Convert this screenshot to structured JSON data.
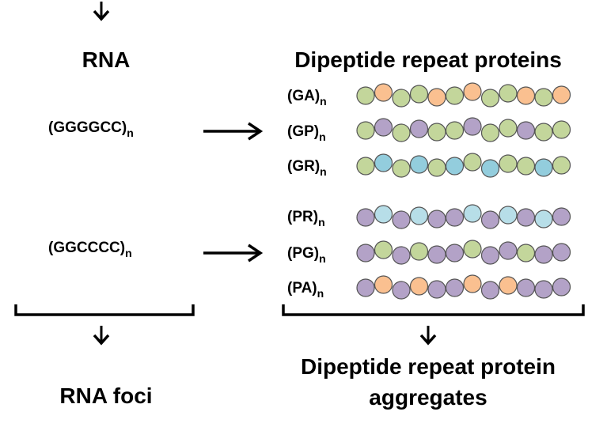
{
  "headings": {
    "rna": "RNA",
    "dpr": "Dipeptide repeat proteins",
    "rna_foci": "RNA foci",
    "aggregates_line1": "Dipeptide repeat protein",
    "aggregates_line2": "aggregates"
  },
  "sense_repeat": {
    "base": "(GGGGCC)",
    "subscript": "n"
  },
  "antisense_repeat": {
    "base": "(GGCCCC)",
    "subscript": "n"
  },
  "colors": {
    "G": "#c3d69b",
    "A": "#fac090",
    "P": "#b3a2c7",
    "R": "#93cddd",
    "R_light": "#b7dee8",
    "stroke": "#555555"
  },
  "dipeptides": [
    {
      "base": "(GA)",
      "subscript": "n",
      "pattern": [
        "G",
        "A",
        "G",
        "G",
        "A",
        "G",
        "A",
        "G",
        "G",
        "A",
        "G",
        "A"
      ]
    },
    {
      "base": "(GP)",
      "subscript": "n",
      "pattern": [
        "G",
        "P",
        "G",
        "P",
        "G",
        "G",
        "P",
        "G",
        "G",
        "P",
        "G",
        "G"
      ]
    },
    {
      "base": "(GR)",
      "subscript": "n",
      "pattern": [
        "G",
        "R",
        "G",
        "R",
        "G",
        "R",
        "G",
        "R",
        "G",
        "G",
        "R",
        "G"
      ]
    },
    {
      "base": "(PR)",
      "subscript": "n",
      "pattern": [
        "P",
        "R_light",
        "P",
        "R_light",
        "P",
        "P",
        "R_light",
        "P",
        "R_light",
        "P",
        "R_light",
        "P"
      ]
    },
    {
      "base": "(PG)",
      "subscript": "n",
      "pattern": [
        "P",
        "G",
        "P",
        "G",
        "P",
        "P",
        "G",
        "P",
        "P",
        "G",
        "P",
        "P"
      ]
    },
    {
      "base": "(PA)",
      "subscript": "n",
      "pattern": [
        "P",
        "A",
        "P",
        "A",
        "P",
        "P",
        "A",
        "P",
        "A",
        "P",
        "P",
        "P"
      ]
    }
  ]
}
